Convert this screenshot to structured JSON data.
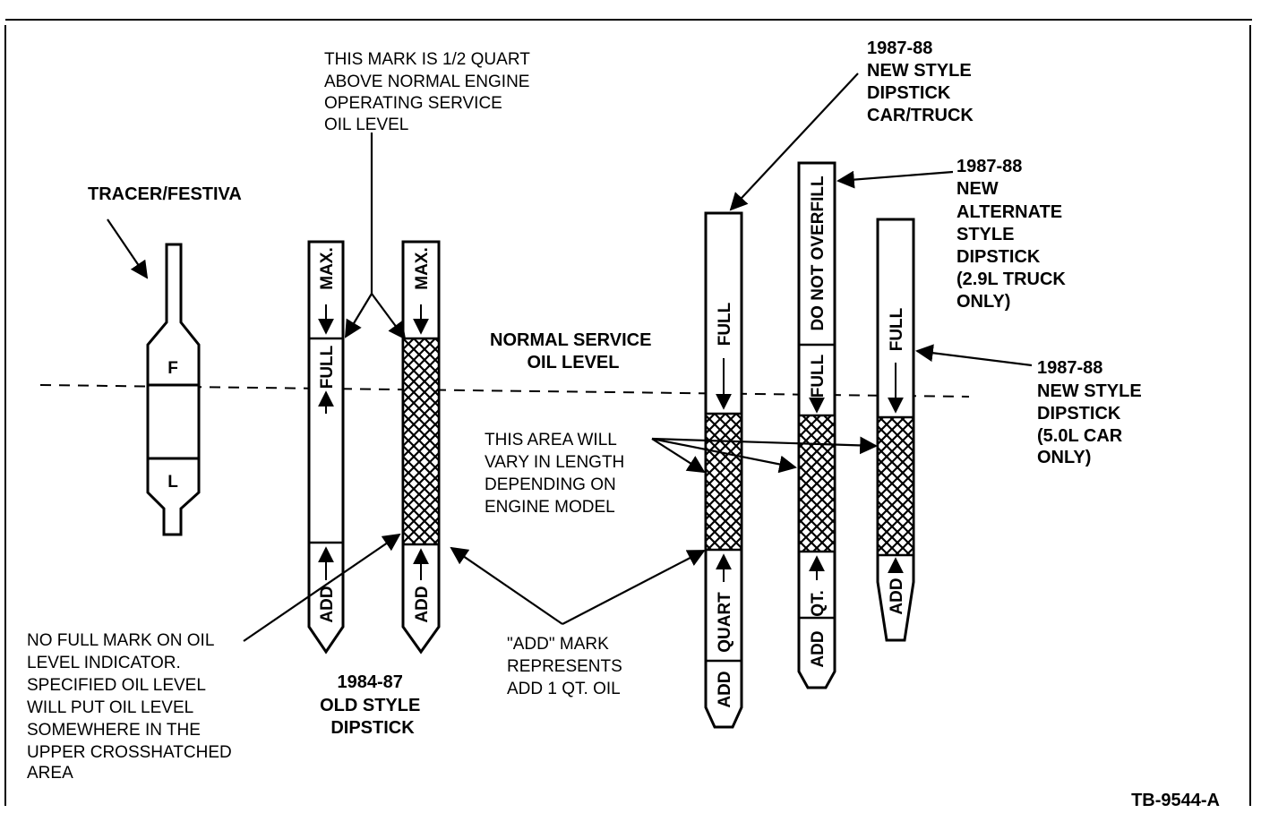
{
  "labels": {
    "half_quart": [
      "THIS MARK IS 1/2 QUART",
      "ABOVE NORMAL ENGINE",
      "OPERATING SERVICE",
      "OIL LEVEL"
    ],
    "tracer": "TRACER/FESTIVA",
    "normal_level": [
      "NORMAL SERVICE",
      "OIL LEVEL"
    ],
    "new_style_car_truck": [
      "1987-88",
      "NEW STYLE",
      "DIPSTICK",
      "CAR/TRUCK"
    ],
    "alternate_style": [
      "1987-88",
      "NEW",
      "ALTERNATE",
      "STYLE",
      "DIPSTICK",
      "(2.9L TRUCK",
      "ONLY)"
    ],
    "new_style_5l": [
      "1987-88",
      "NEW STYLE",
      "DIPSTICK",
      "(5.0L CAR",
      "ONLY)"
    ],
    "area_vary": [
      "THIS AREA WILL",
      "VARY IN LENGTH",
      "DEPENDING ON",
      "ENGINE MODEL"
    ],
    "no_full_mark": [
      "NO FULL MARK ON OIL",
      "LEVEL INDICATOR.",
      "SPECIFIED OIL LEVEL",
      "WILL PUT OIL LEVEL",
      "SOMEWHERE IN THE",
      "UPPER CROSSHATCHED",
      "AREA"
    ],
    "old_style": [
      "1984-87",
      "OLD STYLE",
      "DIPSTICK"
    ],
    "add_mark": [
      "\"ADD\" MARK",
      "REPRESENTS",
      "ADD 1 QT. OIL"
    ],
    "figure_id": "TB-9544-A"
  },
  "indicator_marks": {
    "full": "F",
    "low": "L"
  },
  "stick_marks": {
    "max": "MAX.",
    "full": "FULL",
    "add": "ADD",
    "quart": "QUART",
    "do_not_overfill": "DO NOT OVERFILL",
    "qt": "QT."
  }
}
